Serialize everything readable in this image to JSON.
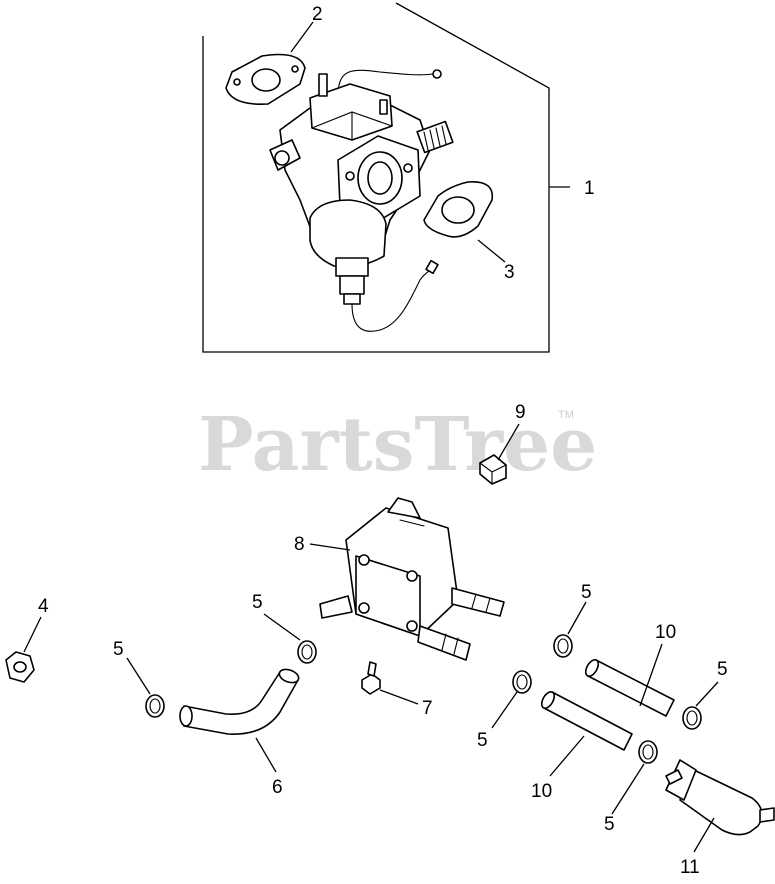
{
  "watermark": {
    "text": "PartsTree",
    "trademark": "TM"
  },
  "callouts": [
    "1",
    "2",
    "3",
    "4",
    "5",
    "5",
    "5",
    "5",
    "5",
    "5",
    "6",
    "7",
    "8",
    "9",
    "10",
    "10",
    "11"
  ],
  "parts": [
    {
      "id": "1",
      "icon": "carburetor-assembly"
    },
    {
      "id": "2",
      "icon": "gasket"
    },
    {
      "id": "3",
      "icon": "gasket"
    },
    {
      "id": "4",
      "icon": "nut"
    },
    {
      "id": "5",
      "icon": "hose-clamp"
    },
    {
      "id": "6",
      "icon": "fuel-line-elbow"
    },
    {
      "id": "7",
      "icon": "screw"
    },
    {
      "id": "8",
      "icon": "fuel-pump"
    },
    {
      "id": "9",
      "icon": "fitting"
    },
    {
      "id": "10",
      "icon": "fuel-line"
    },
    {
      "id": "11",
      "icon": "fuel-filter"
    }
  ]
}
